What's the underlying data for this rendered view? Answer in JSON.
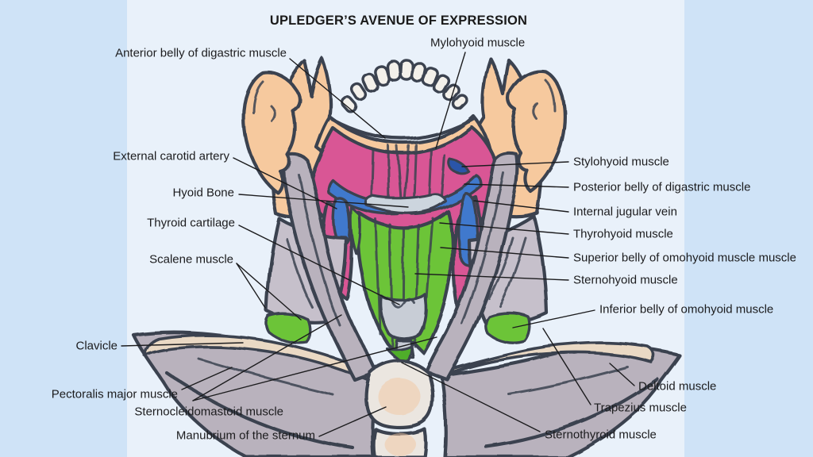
{
  "title": "UPLEDGER’S AVENUE OF EXPRESSION",
  "labels": {
    "mylohyoid": "Mylohyoid muscle",
    "anterior_digastric": "Anterior belly of digastric muscle",
    "external_carotid": "External carotid artery",
    "hyoid_bone": "Hyoid Bone",
    "thyroid_cartilage": "Thyroid cartilage",
    "scalene": "Scalene muscle",
    "clavicle": "Clavicle",
    "pectoralis": "Pectoralis major muscle",
    "sternocleidomastoid": "Sternocleidomastoid muscle",
    "manubrium": "Manubrium of the sternum",
    "stylohyoid": "Stylohyoid muscle",
    "posterior_digastric": "Posterior belly of digastric muscle",
    "internal_jugular": "Internal jugular vein",
    "thyrohyoid": "Thyrohyoid muscle",
    "superior_omohyoid": "Superior belly of omohyoid muscle muscle",
    "sternohyoid": "Sternohyoid muscle",
    "inferior_omohyoid": "Inferior belly of omohyoid muscle",
    "deltoid": "Deltoid muscle",
    "trapezius": "Trapezius muscle",
    "sternothyroid": "Sternothyroid muscle"
  },
  "colors": {
    "background": "#cfe3f7",
    "paper": "#e9f1fa",
    "outline": "#3b4250",
    "leader": "#1c1c1e",
    "label_text": "#1c1c1e",
    "title_text": "#1a1a1a",
    "skin": "#f6c99e",
    "pink": "#d95795",
    "green": "#6cc437",
    "green_dark": "#4fae2a",
    "blue": "#4079cd",
    "blue_dark": "#2c55a8",
    "gray": "#b9b2bd",
    "gray_light": "#c6c0cb",
    "bone": "#ead9c4",
    "bone_light": "#ebe6e0",
    "hyoid": "#ccd5de",
    "cartilage": "#c8cdd6"
  }
}
